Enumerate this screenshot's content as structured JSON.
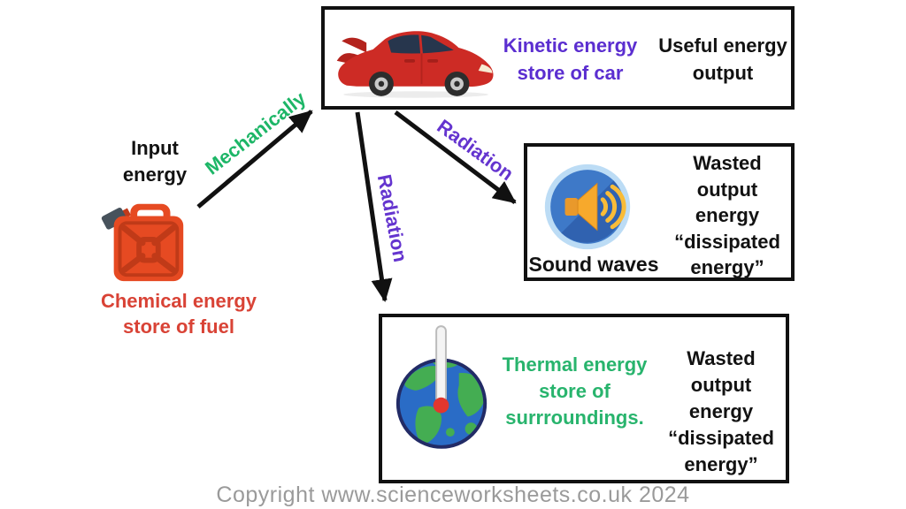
{
  "input": {
    "label": "Input\nenergy",
    "store_label": "Chemical energy\nstore of fuel",
    "icon": "fuel-can-icon"
  },
  "useful_box": {
    "store_label": "Kinetic energy\nstore of car",
    "output_label": "Useful energy\noutput",
    "icon": "car-icon"
  },
  "sound_box": {
    "caption": "Sound waves",
    "wasted_label": "Wasted\noutput\nenergy\n“dissipated\nenergy”",
    "icon": "speaker-icon"
  },
  "thermal_box": {
    "store_label": "Thermal energy\nstore of\nsurrroundings.",
    "wasted_label": "Wasted\noutput\nenergy\n“dissipated\nenergy”",
    "icon": "earth-thermometer-icon"
  },
  "arrows": [
    {
      "label": "Mechanically",
      "color": "#1db667"
    },
    {
      "label": "Radiation",
      "color": "#6434cf"
    },
    {
      "label": "Radiation",
      "color": "#6434cf"
    }
  ],
  "footer": {
    "copyright": "Copyright www.scienceworksheets.co.uk 2024"
  },
  "colors": {
    "kinetic_purple": "#5b2ed0",
    "radiation_purple": "#6434cf",
    "mechanically_green": "#1db667",
    "thermal_green": "#28b46d",
    "chemical_red": "#d94336",
    "text_black": "#121212",
    "copyright_gray": "#9a9a9a",
    "arrow_black": "#111111",
    "box_border": "#111111"
  }
}
